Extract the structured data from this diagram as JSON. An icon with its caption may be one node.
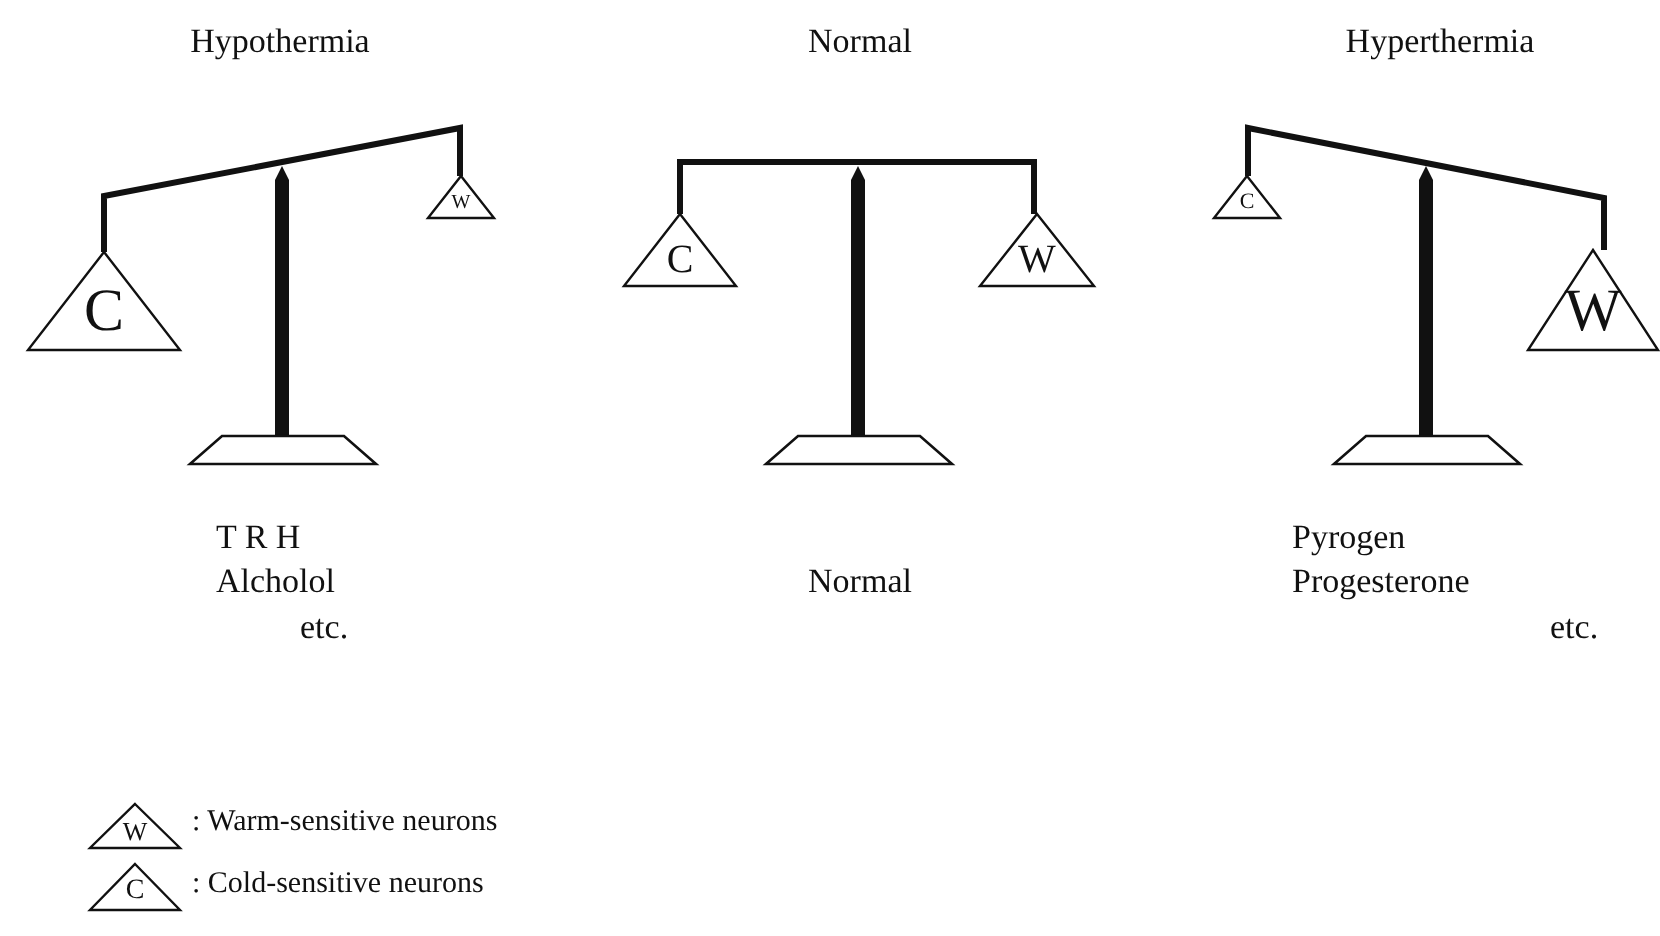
{
  "diagram": {
    "nodes": [
      {
        "text": [
          "C"
        ]
      },
      {
        "text": [
          "W"
        ]
      },
      {
        "text": [
          "C"
        ]
      },
      {
        "text": [
          "W"
        ]
      },
      {
        "text": [
          "C"
        ]
      },
      {
        "text": [
          "W"
        ]
      },
      {
        "text": [
          "W"
        ]
      },
      {
        "text": [
          "C"
        ]
      }
    ],
    "labels": [
      "Hypothermia",
      "Normal",
      "Hyperthermia",
      "T R H",
      "Alcholol",
      "Normal",
      "Pyrogen",
      "Progesterone",
      "etc.",
      "etc."
    ],
    "legend": [
      {
        "text": ": Warm-sensitive neurons"
      },
      {
        "text": ": Cold-sensitive neurons"
      }
    ]
  }
}
